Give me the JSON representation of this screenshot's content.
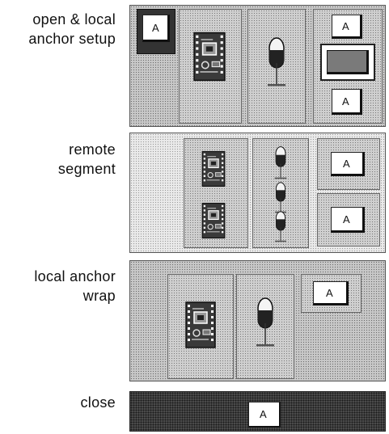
{
  "steps": [
    {
      "label_lines": [
        "open & local",
        "anchor setup"
      ]
    },
    {
      "label_lines": [
        "remote",
        "segment"
      ]
    },
    {
      "label_lines": [
        "local anchor",
        "wrap"
      ]
    },
    {
      "label_lines": [
        "close"
      ]
    }
  ],
  "anchor_letter": "A"
}
